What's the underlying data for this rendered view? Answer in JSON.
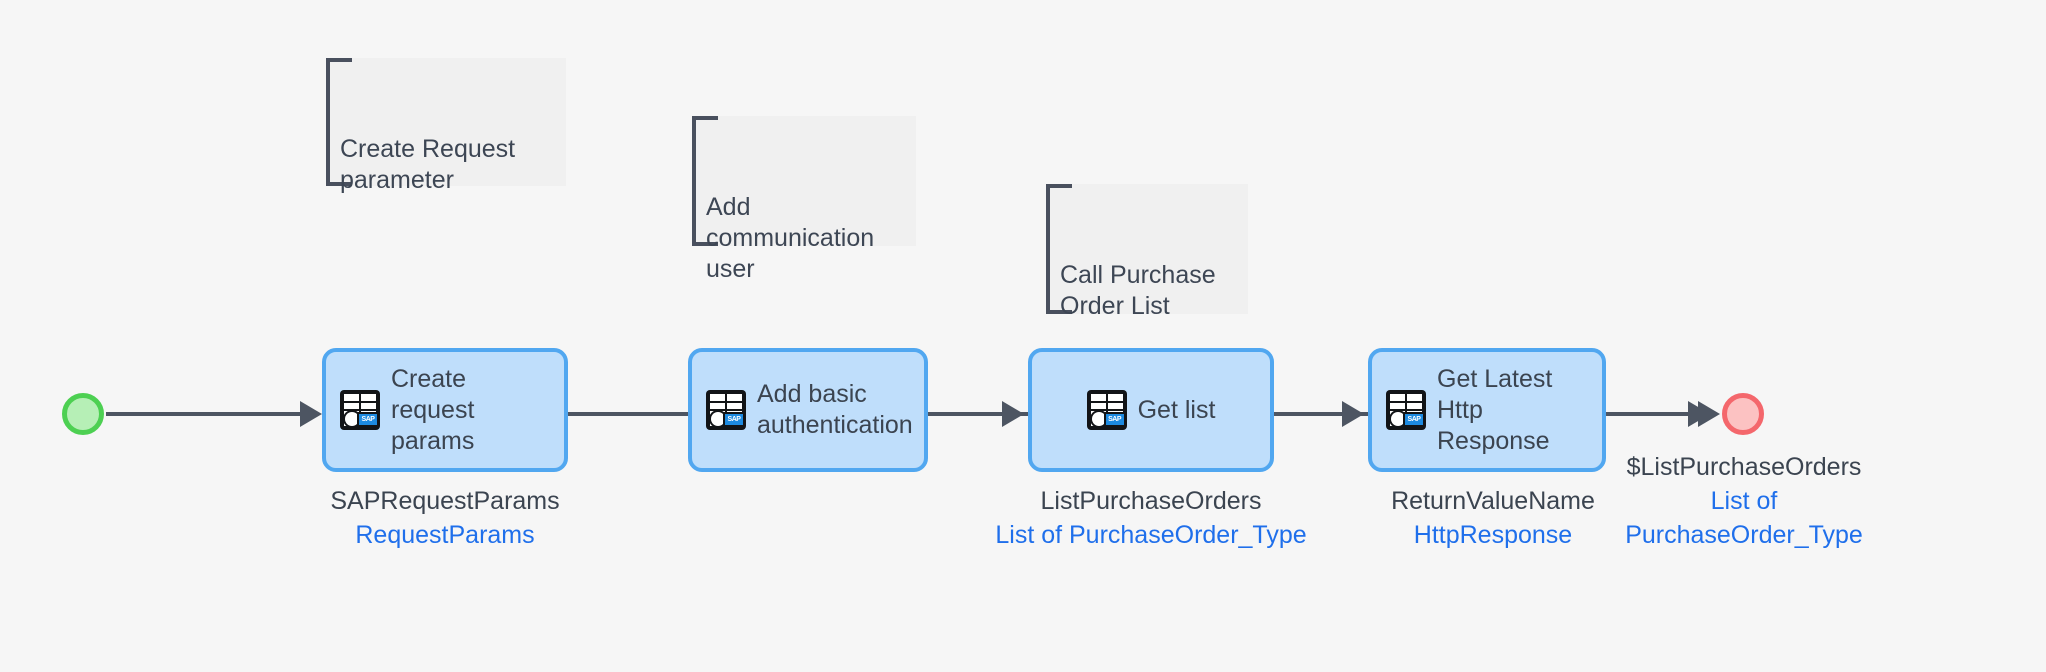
{
  "diagram": {
    "background_color": "#f6f6f6",
    "start_event": {
      "name": "start-event",
      "fill": "#b6efb6",
      "stroke": "#4dd052"
    },
    "end_event": {
      "name": "end-event",
      "fill": "#fcc2c2",
      "stroke": "#f4676c"
    },
    "connector_color": "#4d5562",
    "task_fill": "#bfdefb",
    "task_stroke": "#51a7f0",
    "link_color": "#1f6feb"
  },
  "annotations": [
    {
      "text": "Create Request\nparameter"
    },
    {
      "text": "Add\ncommunication\nuser"
    },
    {
      "text": "Call Purchase\nOrder List"
    }
  ],
  "tasks": [
    {
      "label": "Create request\nparams",
      "icon": "sap-table-icon",
      "icon_badge": "SAP",
      "caption_name": "SAPRequestParams",
      "caption_type": "RequestParams"
    },
    {
      "label": "Add basic\nauthentication",
      "icon": "sap-table-icon",
      "icon_badge": "SAP",
      "caption_name": "",
      "caption_type": ""
    },
    {
      "label": "Get list",
      "icon": "sap-table-icon",
      "icon_badge": "SAP",
      "caption_name": "ListPurchaseOrders",
      "caption_type": "List of PurchaseOrder_Type"
    },
    {
      "label": "Get Latest Http\nResponse",
      "icon": "sap-table-icon",
      "icon_badge": "SAP",
      "caption_name": "ReturnValueName",
      "caption_type": "HttpResponse"
    }
  ],
  "end_caption": {
    "name": "$ListPurchaseOrders",
    "type": "List of PurchaseOrder_Type"
  }
}
